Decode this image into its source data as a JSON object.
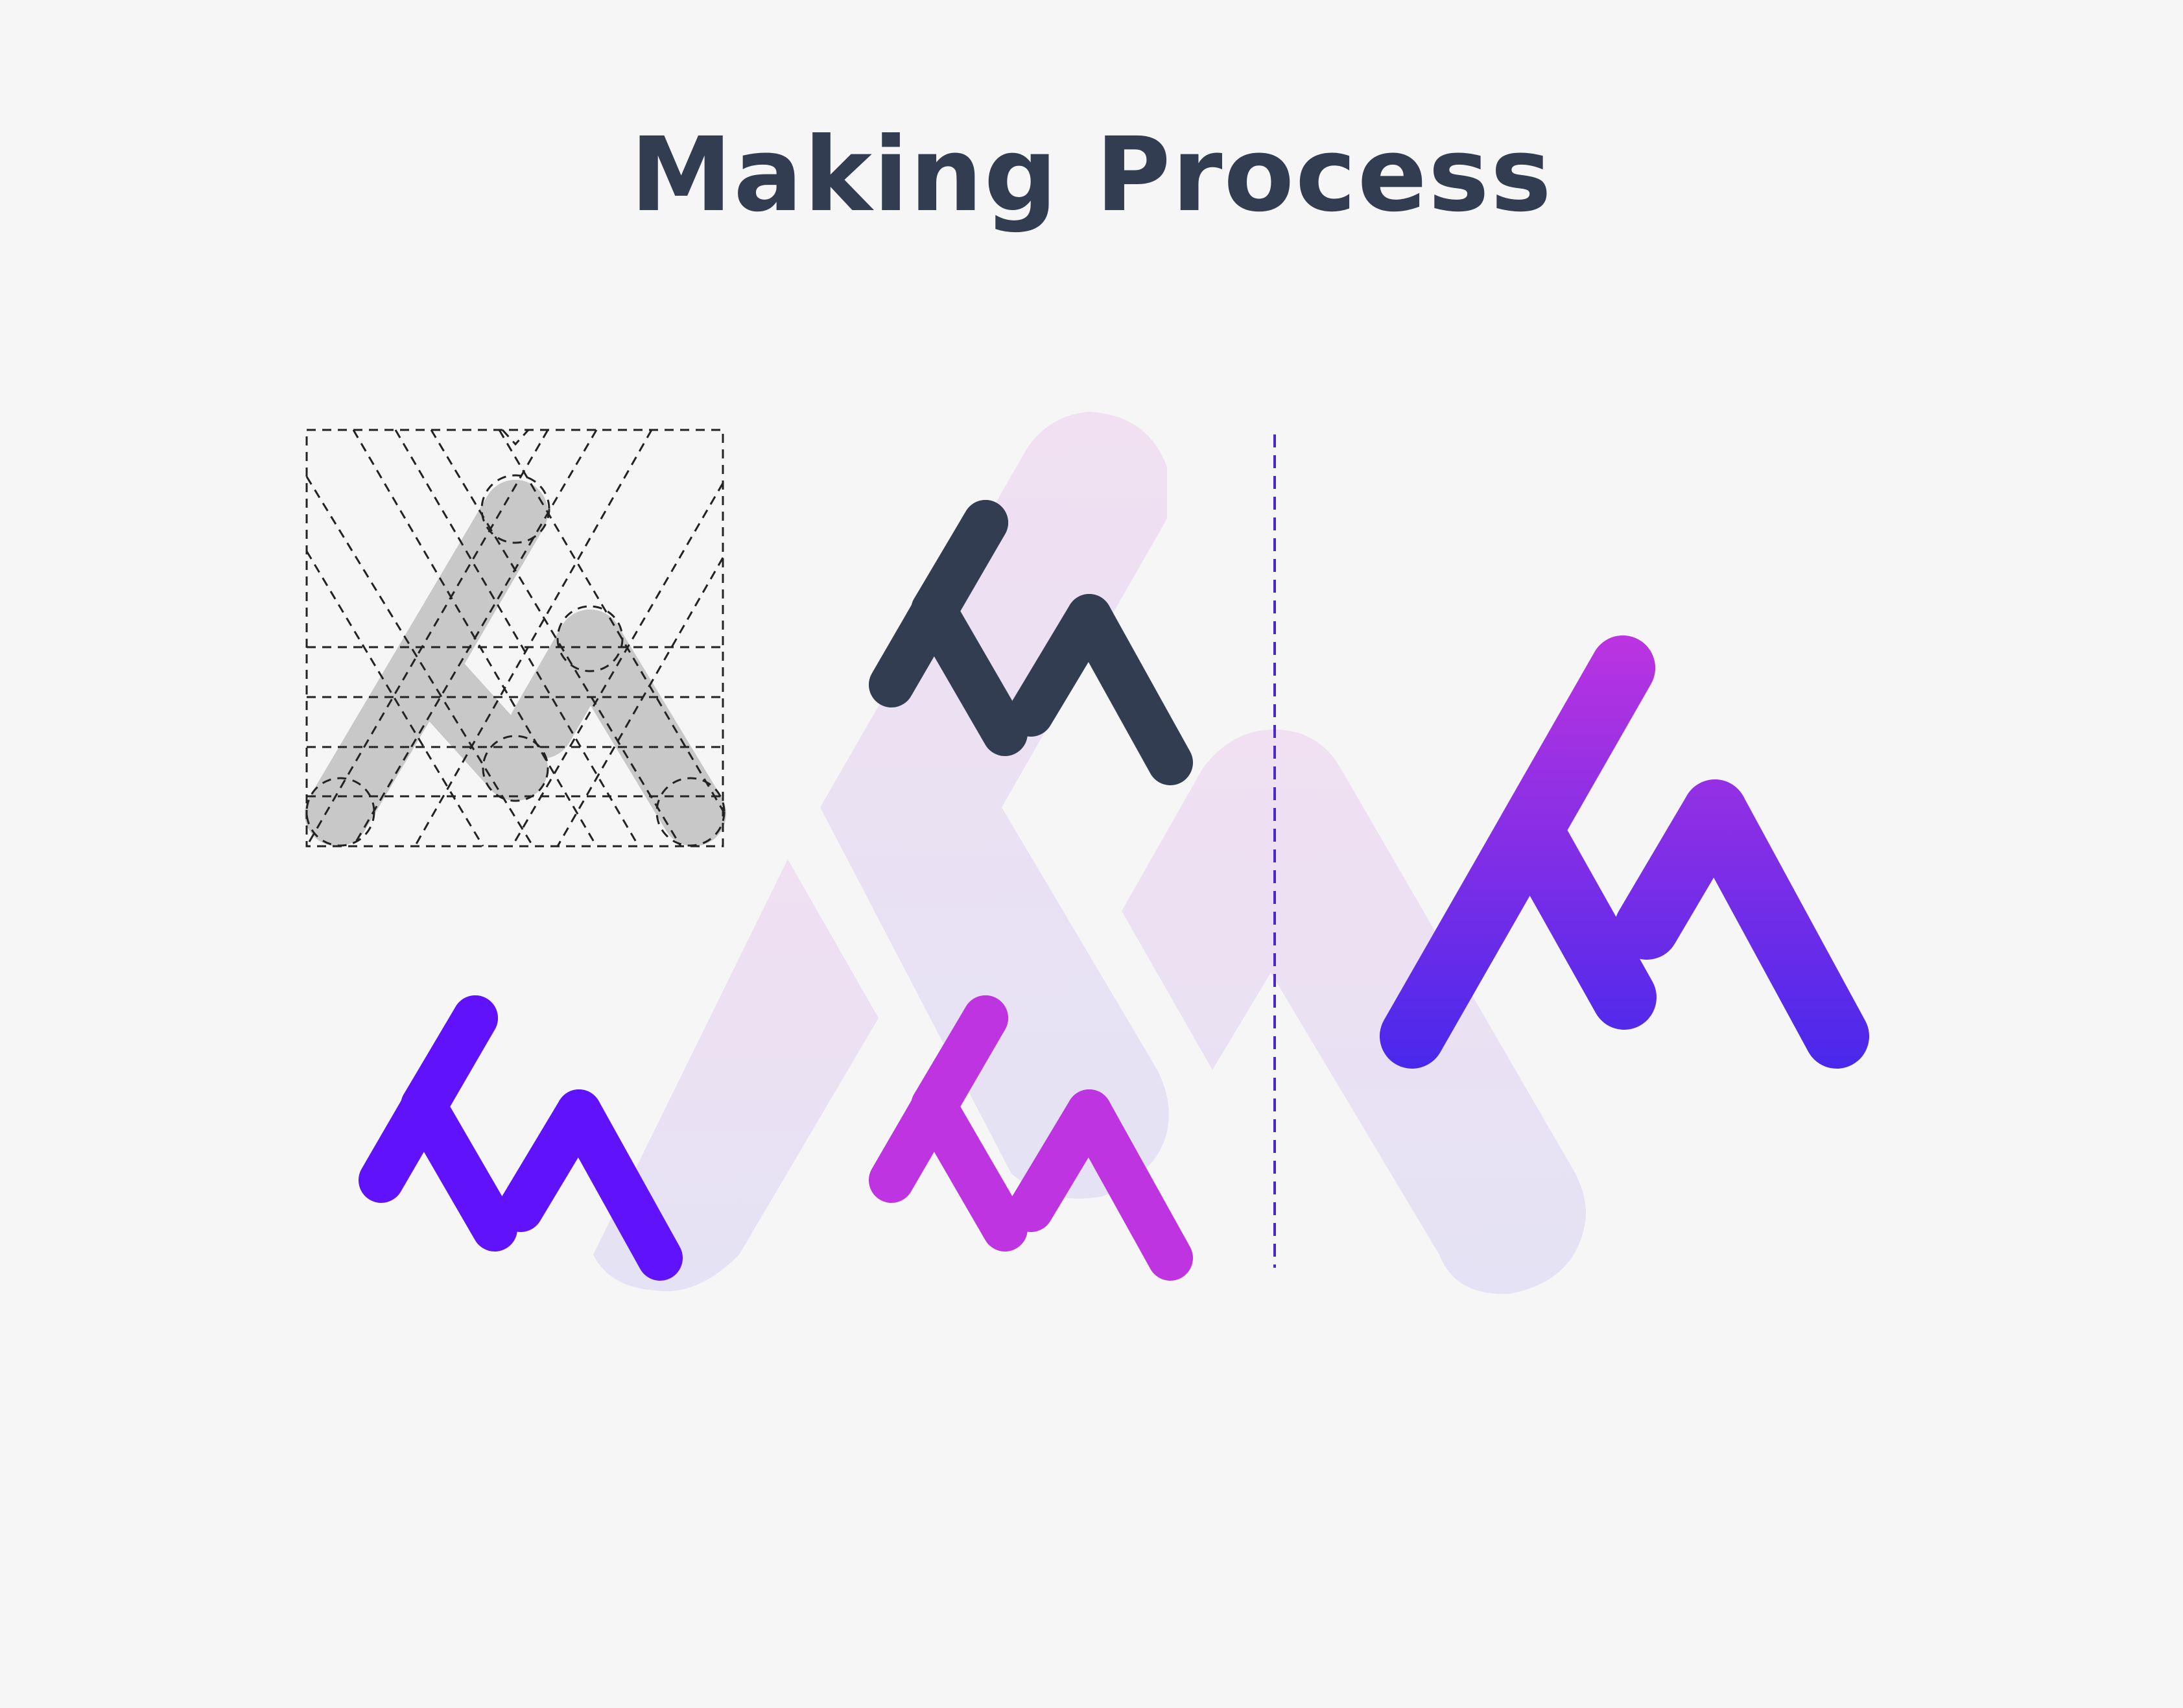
{
  "title": "Making Process",
  "colors": {
    "background": "#f6f6f6",
    "title": "#333d52",
    "dark_logo": "#333d52",
    "violet_logo": "#6012fa",
    "magenta_logo": "#bd34e0",
    "gradient_top": "#bd34e0",
    "gradient_bottom": "#4428ec",
    "divider": "#4b2ac8",
    "grid_fill": "#c8c8c8",
    "grid_lines": "#222222",
    "backdrop_top": "#f0e0f2",
    "backdrop_bottom": "#e4e2f4"
  },
  "artwork": {
    "construction_grid": "grid",
    "backdrop": "mountain-backdrop",
    "logos": [
      "dark",
      "violet",
      "magenta",
      "gradient"
    ]
  }
}
